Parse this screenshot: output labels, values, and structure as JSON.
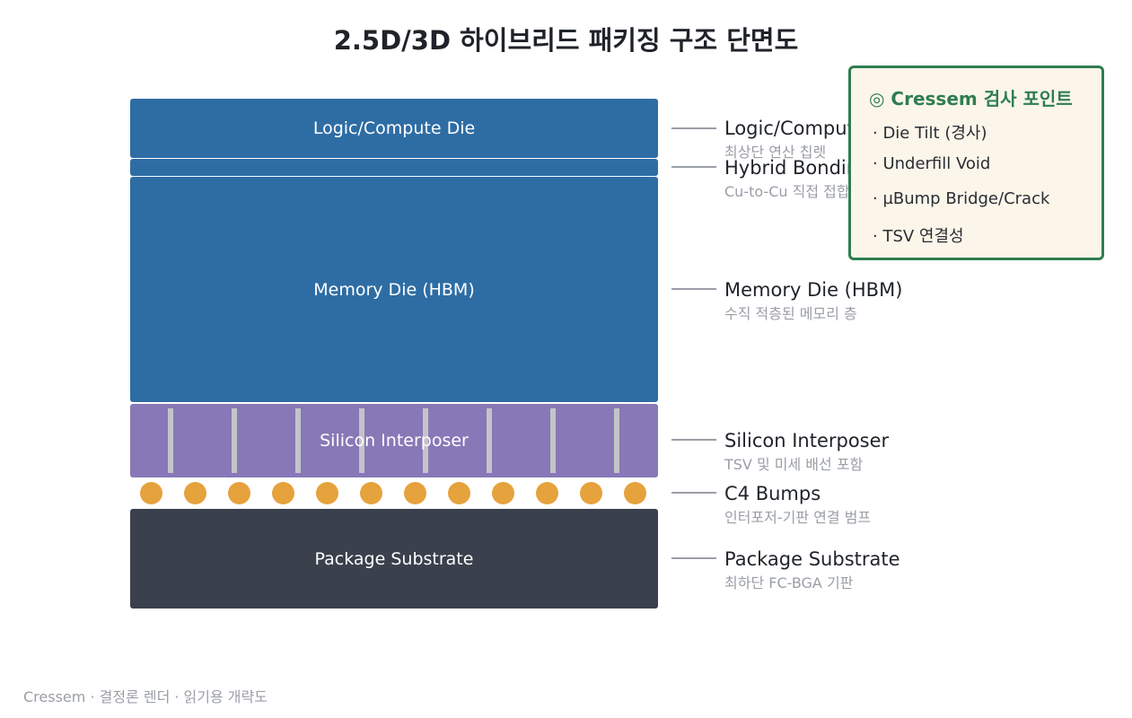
{
  "title": "2.5D/3D 하이브리드 패키징 구조 단면도",
  "layers": {
    "logic": "Logic/Compute Die",
    "memory": "Memory Die (HBM)",
    "interposer": "Silicon Interposer",
    "substrate": "Package Substrate"
  },
  "callouts": [
    {
      "title": "Logic/Compute Die",
      "subtitle": "최상단 연산 칩렛"
    },
    {
      "title": "Hybrid Bonding",
      "subtitle": "Cu-to-Cu 직접 접합"
    },
    {
      "title": "Memory Die (HBM)",
      "subtitle": "수직 적층된 메모리 층"
    },
    {
      "title": "Silicon Interposer",
      "subtitle": "TSV 및 미세 배선 포함"
    },
    {
      "title": "C4 Bumps",
      "subtitle": "인터포저-기판 연결 범프"
    },
    {
      "title": "Package Substrate",
      "subtitle": "최하단 FC-BGA 기판"
    }
  ],
  "inspection": {
    "title": "◎ Cressem 검사 포인트",
    "items": [
      "· Die Tilt (경사)",
      "· Underfill Void",
      "· µBump Bridge/Crack",
      "· TSV 연결성"
    ]
  },
  "footer": "Cressem · 결정론 렌더 · 읽기용 개략도",
  "colors": {
    "die": "#2e6da4",
    "interposer": "#8878b7",
    "substrate": "#3a404c",
    "bump": "#e6a23c",
    "tsv": "#c4c4c8",
    "inspection_accent": "#2f7d4f",
    "inspection_bg": "#fbf5ea"
  }
}
